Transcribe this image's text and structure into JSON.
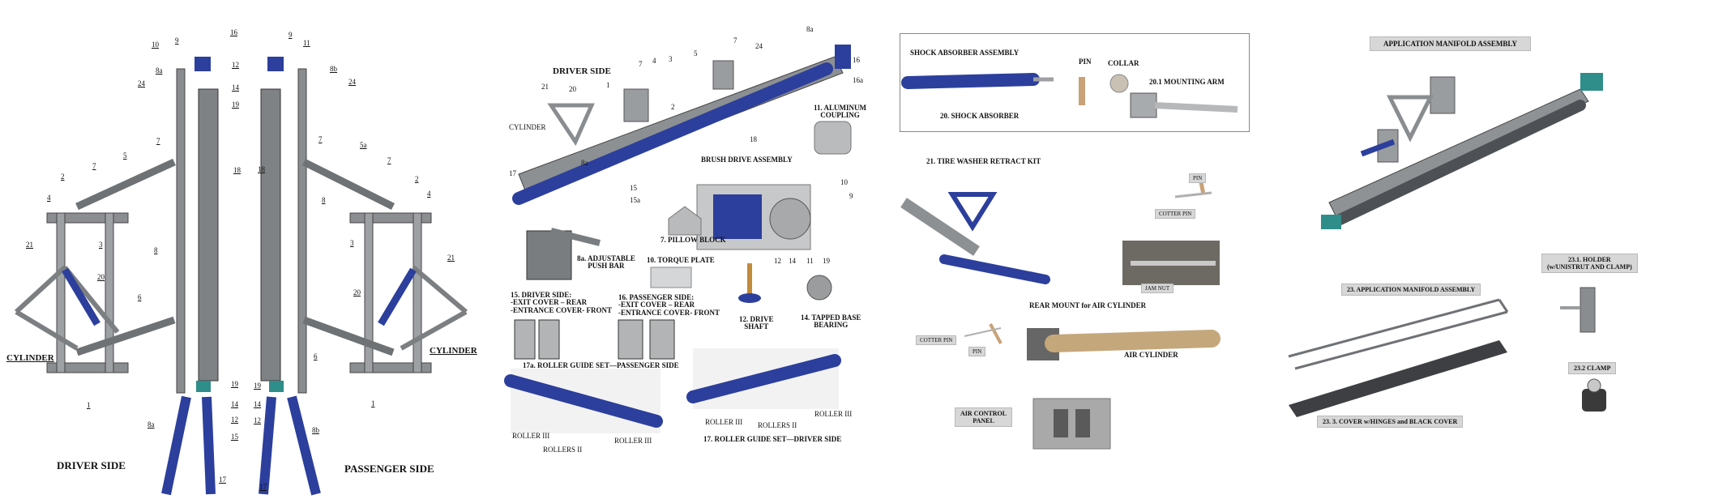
{
  "panel1": {
    "driver_side": "DRIVER SIDE",
    "passenger_side": "PASSENGER SIDE",
    "cylinder_left": "CYLINDER",
    "cylinder_right": "CYLINDER",
    "left_callouts": [
      "10",
      "9",
      "8a",
      "24",
      "7",
      "5",
      "2",
      "7",
      "4",
      "3",
      "21",
      "20",
      "6",
      "1",
      "8",
      "18",
      "19",
      "14",
      "12",
      "15",
      "8a",
      "17"
    ],
    "right_callouts": [
      "16",
      "9",
      "11",
      "12",
      "8b",
      "24",
      "14",
      "19",
      "7",
      "5a",
      "7",
      "2",
      "4",
      "3",
      "8",
      "21",
      "20",
      "6",
      "1",
      "19",
      "14",
      "12",
      "8b",
      "17",
      "18"
    ]
  },
  "panel2": {
    "driver_side": "DRIVER SIDE",
    "brush_drive": "BRUSH DRIVE ASSEMBLY",
    "cylinder": "CYLINDER",
    "aluminium_coupling": "11. ALUMINUM\nCOUPLING",
    "pillow_block": "7. PILLOW BLOCK",
    "push_bar": "8a. ADJUSTABLE\nPUSH BAR",
    "torque_plate": "10. TORQUE PLATE",
    "drive_shaft": "12. DRIVE\nSHAFT",
    "tapped_bearing": "14. TAPPED BASE\nBEARING",
    "driver_side_covers": "15. DRIVER SIDE:\n-EXIT COVER – REAR\n-ENTRANCE COVER- FRONT",
    "passenger_side_covers": "16. PASSENGER SIDE:\n-EXIT COVER – REAR\n-ENTRANCE COVER- FRONT",
    "roller_guide_passenger": "17a. ROLLER GUIDE SET—PASSENGER SIDE",
    "roller_guide_driver": "17. ROLLER GUIDE SET—DRIVER SIDE",
    "roller_iii": "ROLLER III",
    "rollers_ii": "ROLLERS II",
    "callouts": [
      "8a",
      "16",
      "16a",
      "24",
      "7",
      "4",
      "3",
      "5",
      "7",
      "21",
      "20",
      "1",
      "2",
      "18",
      "15",
      "15a",
      "17",
      "8a",
      "10",
      "9",
      "12",
      "14",
      "11",
      "19"
    ]
  },
  "panel3": {
    "shock_absorber_assembly": "SHOCK ABSORBER ASSEMBLY",
    "pin": "PIN",
    "collar": "COLLAR",
    "mounting_arm": "20.1 MOUNTING ARM",
    "shock_absorber": "20. SHOCK ABSORBER",
    "tire_washer_kit": "21. TIRE WASHER RETRACT KIT",
    "pin2": "PIN",
    "cotter_pin": "COTTER PIN",
    "jam_nut": "JAM NUT",
    "rear_mount": "REAR MOUNT for AIR CYLINDER",
    "cotter_pin2": "COTTER PIN",
    "pin3": "PIN",
    "air_cylinder": "AIR CYLINDER",
    "air_control_panel": "AIR CONTROL\nPANEL"
  },
  "panel4": {
    "title": "APPLICATION MANIFOLD ASSEMBLY",
    "manifold_23": "23. APPLICATION MANIFOLD ASSEMBLY",
    "holder": "23.1. HOLDER\n(w/UNISTRUT AND CLAMP)",
    "clamp": "23.2 CLAMP",
    "cover": "23. 3. COVER w/HINGES and BLACK COVER"
  },
  "colors": {
    "blue": "#2c3f9c",
    "steel": "#8a8d90",
    "dark": "#4a4d50",
    "teal": "#2f8d8a"
  }
}
